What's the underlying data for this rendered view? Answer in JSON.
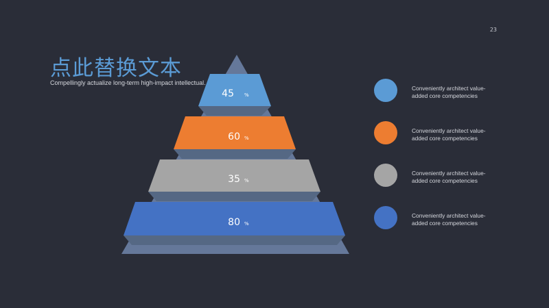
{
  "slide": {
    "page_number": "23",
    "title": "点此替换文本",
    "subtitle": "Compellingly actualize long-term high-impact intellectual."
  },
  "pyramid": {
    "levels": [
      {
        "value": "45",
        "unit": "%",
        "color": "#5b9bd5"
      },
      {
        "value": "60",
        "unit": "%",
        "color": "#ed7d31"
      },
      {
        "value": "35",
        "unit": "%",
        "color": "#a5a5a5"
      },
      {
        "value": "80",
        "unit": "%",
        "color": "#4472c4"
      }
    ],
    "base_color": "#65789a"
  },
  "legend": [
    {
      "text": "Conveniently architect value-added core competencies",
      "color": "#5b9bd5"
    },
    {
      "text": "Conveniently architect value-added core competencies",
      "color": "#ed7d31"
    },
    {
      "text": "Conveniently architect value-added core competencies",
      "color": "#a5a5a5"
    },
    {
      "text": "Conveniently architect value-added core competencies",
      "color": "#4472c4"
    }
  ]
}
